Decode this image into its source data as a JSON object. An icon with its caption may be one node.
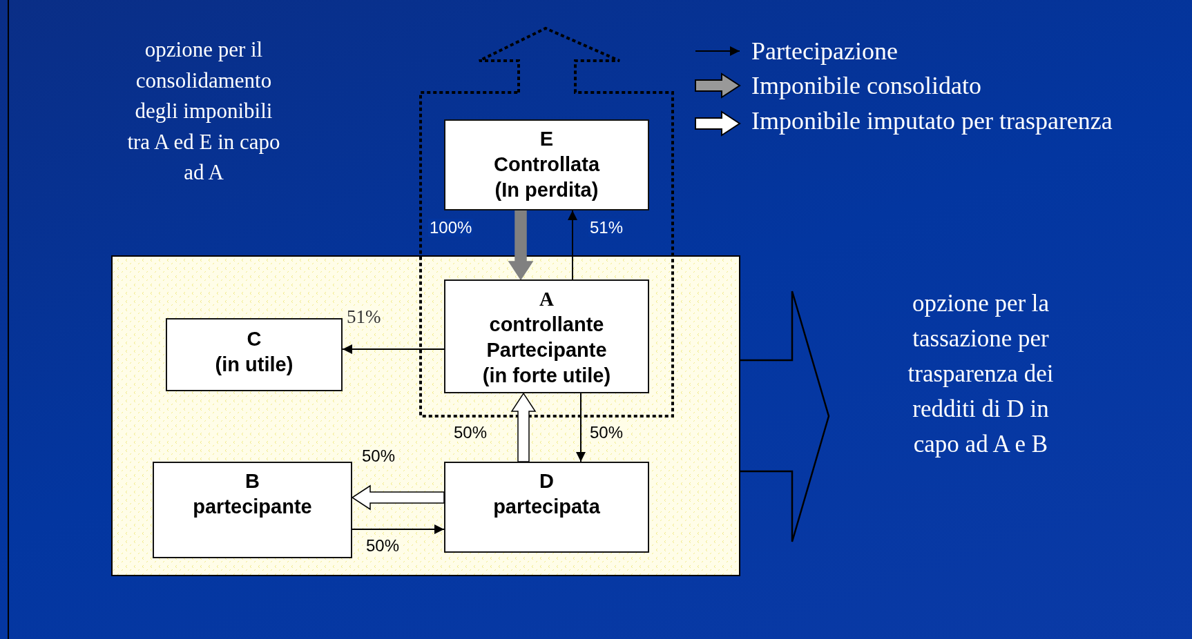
{
  "diagram": {
    "nodes": [
      {
        "text": [
          "E",
          "Controllata",
          "(In perdita)"
        ]
      },
      {
        "text": [
          "A",
          "controllante",
          "Partecipante",
          "(in forte utile)"
        ]
      },
      {
        "text": [
          "C",
          "(in utile)"
        ]
      },
      {
        "text": [
          "B",
          "partecipante"
        ]
      },
      {
        "text": [
          "D",
          "partecipata"
        ]
      }
    ],
    "edges": [
      {
        "from": 0,
        "to": 1,
        "arrow": "to",
        "label": "100%",
        "style": "thick",
        "color": "#808080"
      },
      {
        "from": 1,
        "to": 0,
        "arrow": "to",
        "label": "51%"
      },
      {
        "from": 1,
        "to": 2,
        "arrow": "to",
        "label": "51%"
      },
      {
        "from": 4,
        "to": 1,
        "arrow": "to",
        "label": "50%",
        "style": "thick",
        "color": "#ffffff"
      },
      {
        "from": 1,
        "to": 4,
        "arrow": "to",
        "label": "50%"
      },
      {
        "from": 4,
        "to": 3,
        "arrow": "to",
        "label": "50%",
        "style": "thick",
        "color": "#ffffff"
      },
      {
        "from": 3,
        "to": 4,
        "arrow": "to",
        "label": "50%"
      }
    ],
    "labels": [
      "opzione per il consolidamento degli imponibili tra A ed E in capo ad A",
      "opzione per la tassazione per trasparenza dei redditi di D in capo ad A e B"
    ],
    "legend": [
      {
        "text": "Partecipazione"
      },
      {
        "text": "Imponibile consolidato"
      },
      {
        "text": "Imponibile imputato per trasparenza"
      }
    ]
  }
}
